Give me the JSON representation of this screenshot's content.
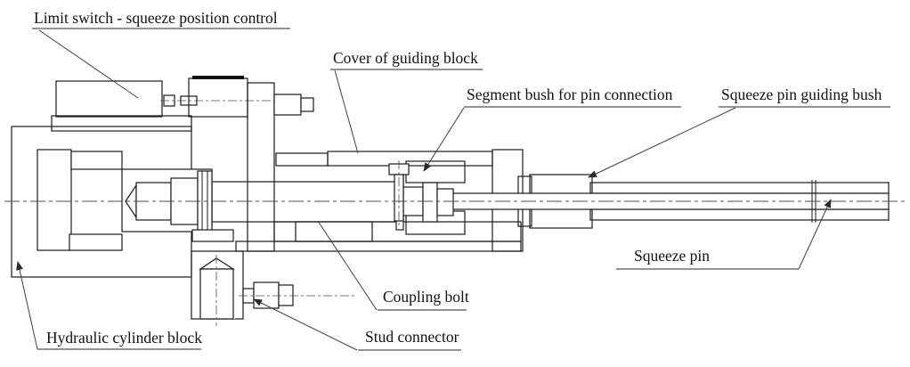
{
  "diagram": {
    "type": "engineering-cross-section",
    "labels": {
      "limit_switch": "Limit switch - squeeze position control",
      "cover_of_guiding_block": "Cover of guiding block",
      "segment_bush": "Segment bush for pin connection",
      "squeeze_pin_guiding_bush": "Squeeze pin guiding bush",
      "squeeze_pin": "Squeeze pin",
      "coupling_bolt": "Coupling bolt",
      "stud_connector": "Stud connector",
      "hydraulic_cylinder_block": "Hydraulic cylinder block"
    },
    "colors": {
      "line": "#1a1a1a",
      "hatch": "#4a4a4a",
      "leader": "#3f3f3f",
      "text": "#111111",
      "background": "#ffffff"
    }
  }
}
